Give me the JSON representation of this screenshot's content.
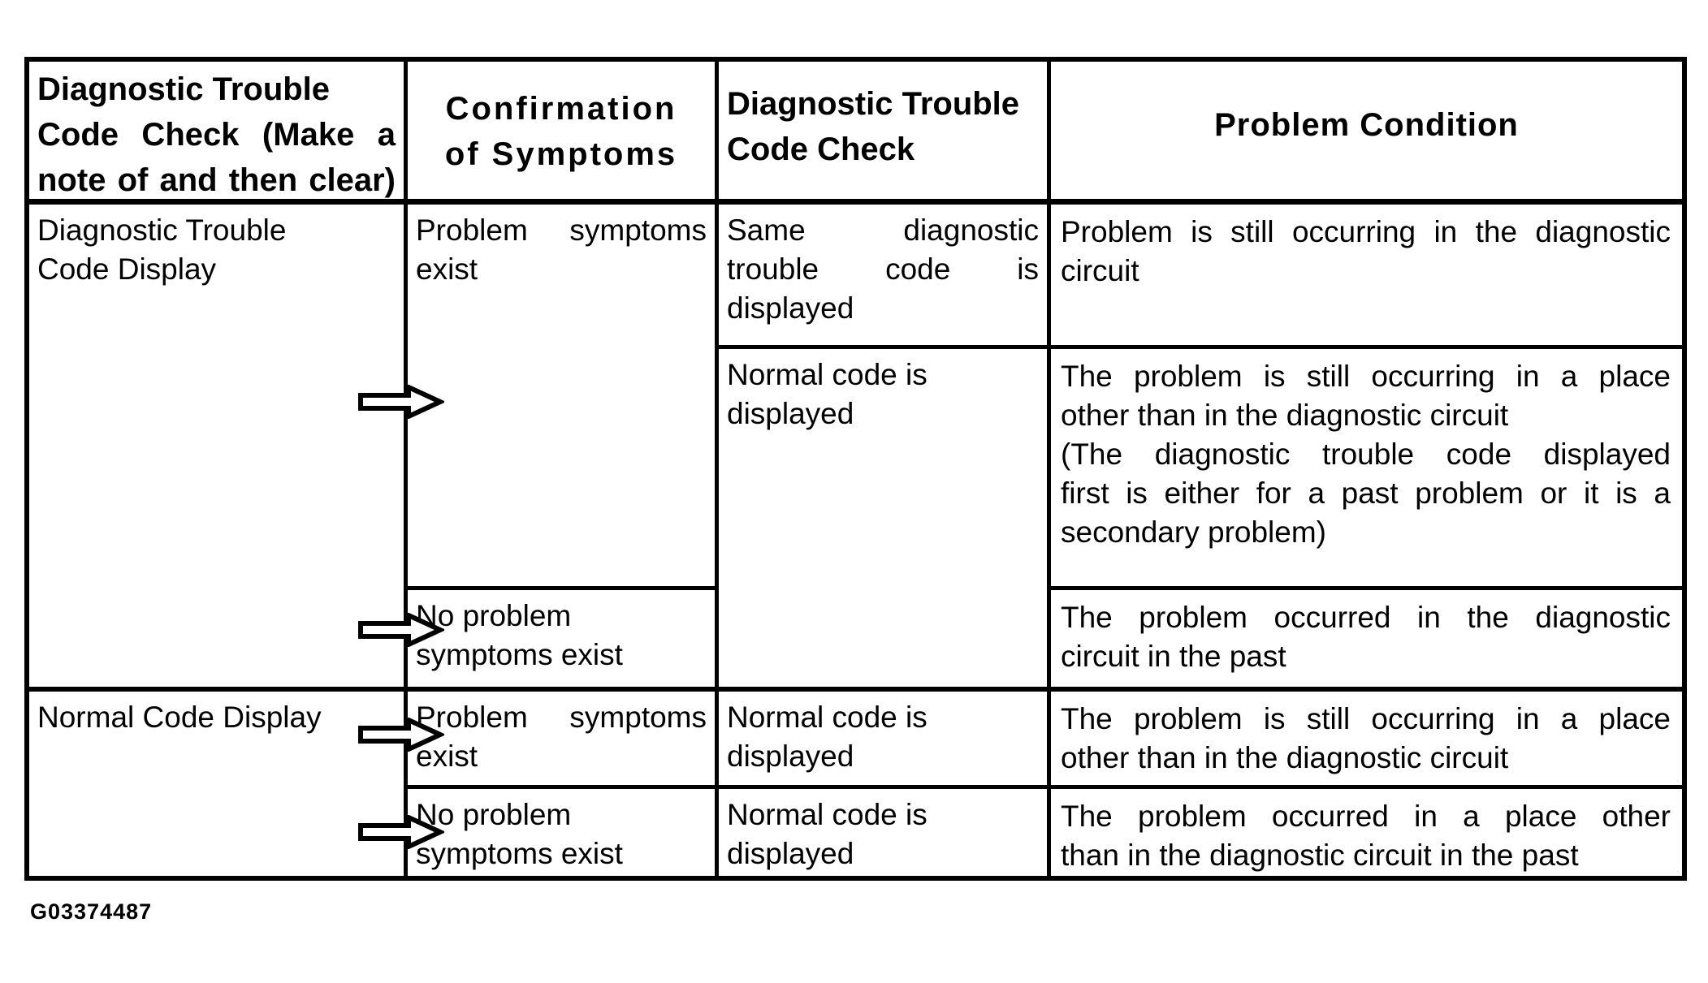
{
  "colors": {
    "ink": "#000000",
    "paper": "#ffffff"
  },
  "figure_code": "G03374487",
  "icons": {
    "flow_arrow": "right-block-arrow"
  },
  "table": {
    "col1": {
      "header": {
        "lines": [
          "Diagnostic Trouble",
          "Code Check (Make a",
          "note of and then clear)"
        ]
      },
      "dtc_display": {
        "lines": [
          "Diagnostic Trouble",
          "Code Display"
        ]
      },
      "normal_display": {
        "lines": [
          "Normal Code Display"
        ]
      }
    },
    "col2": {
      "header": {
        "lines": [
          "Confirmation",
          "of Symptoms"
        ]
      },
      "r1": {
        "lines": [
          "Problem symptoms",
          "exist"
        ]
      },
      "r3": {
        "lines": [
          "No problem",
          "symptoms exist"
        ]
      },
      "r4": {
        "lines": [
          "Problem symptoms",
          "exist"
        ]
      },
      "r5": {
        "lines": [
          "No problem",
          "symptoms exist"
        ]
      }
    },
    "col3": {
      "header": {
        "lines": [
          "Diagnostic Trouble",
          "Code Check"
        ]
      },
      "r1": {
        "lines": [
          "Same diagnostic",
          "trouble code is",
          "displayed"
        ]
      },
      "r2": {
        "lines": [
          "Normal code is",
          "displayed"
        ]
      },
      "r4": {
        "lines": [
          "Normal code is",
          "displayed"
        ]
      },
      "r5": {
        "lines": [
          "Normal code is",
          "displayed"
        ]
      }
    },
    "col4": {
      "header": {
        "lines": [
          "Problem Condition"
        ]
      },
      "r1": {
        "lines": [
          "Problem is still occurring in the diagnostic",
          "circuit"
        ]
      },
      "r2": {
        "lines": [
          "The problem is still occurring in a place",
          "other than in the diagnostic circuit",
          "(The diagnostic trouble code displayed",
          "first is either for a past problem or it is a",
          "secondary problem)"
        ]
      },
      "r3": {
        "lines": [
          "The problem occurred in the diagnostic",
          "circuit in the past"
        ]
      },
      "r4": {
        "lines": [
          "The problem is still occurring in a place",
          "other than in the diagnostic circuit"
        ]
      },
      "r5": {
        "lines": [
          "The problem occurred in a place other",
          "than in the diagnostic circuit in the past"
        ]
      }
    }
  }
}
